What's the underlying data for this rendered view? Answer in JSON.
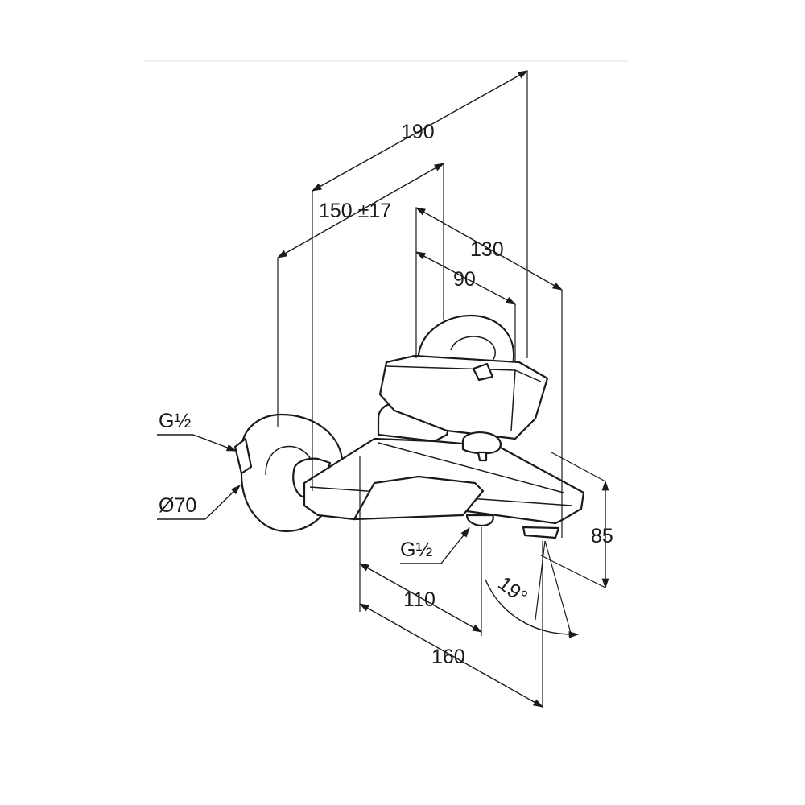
{
  "dimensions": {
    "d190": "190",
    "d150": "150 ±17",
    "d130": "130",
    "d90": "90",
    "d85": "85",
    "d110": "110",
    "d160": "160",
    "angle": "19°",
    "thread_inlet": "G½",
    "rosette_diameter": "Ø70",
    "thread_outlet": "G½"
  }
}
